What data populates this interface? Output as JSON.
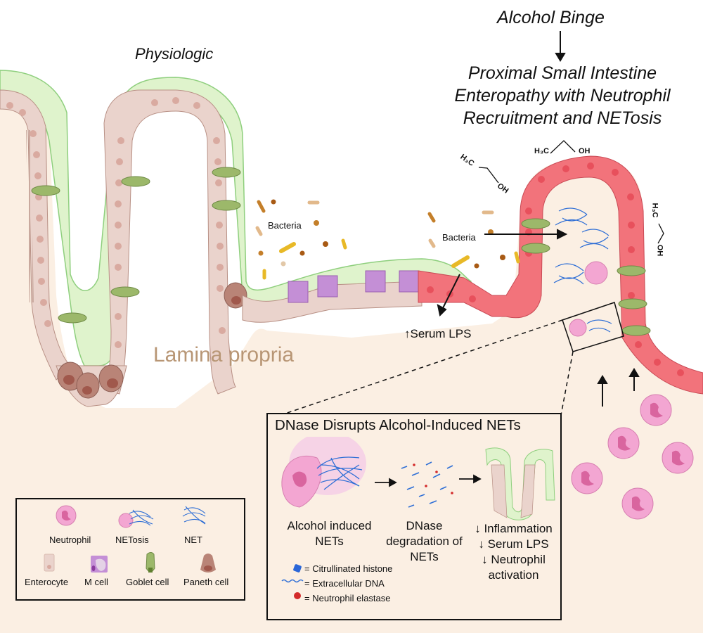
{
  "titles": {
    "physiologic": "Physiologic",
    "alcohol_binge": "Alcohol Binge",
    "enteropathy_lines": [
      "Proximal Small Intestine",
      "Enteropathy with Neutrophil",
      "Recruitment and NETosis"
    ]
  },
  "labels": {
    "lamina_propria": "Lamina propria",
    "bacteria_left": "Bacteria",
    "bacteria_right": "Bacteria",
    "serum_lps": "↑Serum LPS"
  },
  "ethanol": {
    "ch3": "H₃C",
    "oh": "OH"
  },
  "dnase_panel": {
    "title": "DNase Disrupts Alcohol-Induced NETs",
    "step1": "Alcohol induced NETs",
    "step2": "DNase degradation of NETs",
    "outcomes": [
      "↓ Inflammation",
      "↓ Serum LPS",
      "↓ Neutrophil activation"
    ],
    "key": [
      {
        "icon": "citrullinated-histone",
        "text": "= Citrullinated histone"
      },
      {
        "icon": "extracellular-dna",
        "text": "= Extracellular DNA"
      },
      {
        "icon": "neutrophil-elastase",
        "text": "= Neutrophil elastase"
      }
    ]
  },
  "legend": {
    "row1": [
      "Neutrophil",
      "NETosis",
      "NET"
    ],
    "row2": [
      "Enterocyte",
      "M cell",
      "Goblet cell",
      "Paneth cell"
    ]
  },
  "colors": {
    "lamina": "#fbefe3",
    "mucus": "#dff3cc",
    "mucus_edge": "#8fcf7e",
    "enterocyte": "#ead3cc",
    "enterocyte_edge": "#b89085",
    "damaged": "#f2737b",
    "damaged_edge": "#c94a55",
    "goblet": "#9cb86a",
    "mcell": "#c48fd6",
    "paneth": "#b98477",
    "neutrophil": "#f3a6d2",
    "nucleus": "#d9659f",
    "net": "#2f6fd6",
    "lamina_text": "#b89675"
  }
}
